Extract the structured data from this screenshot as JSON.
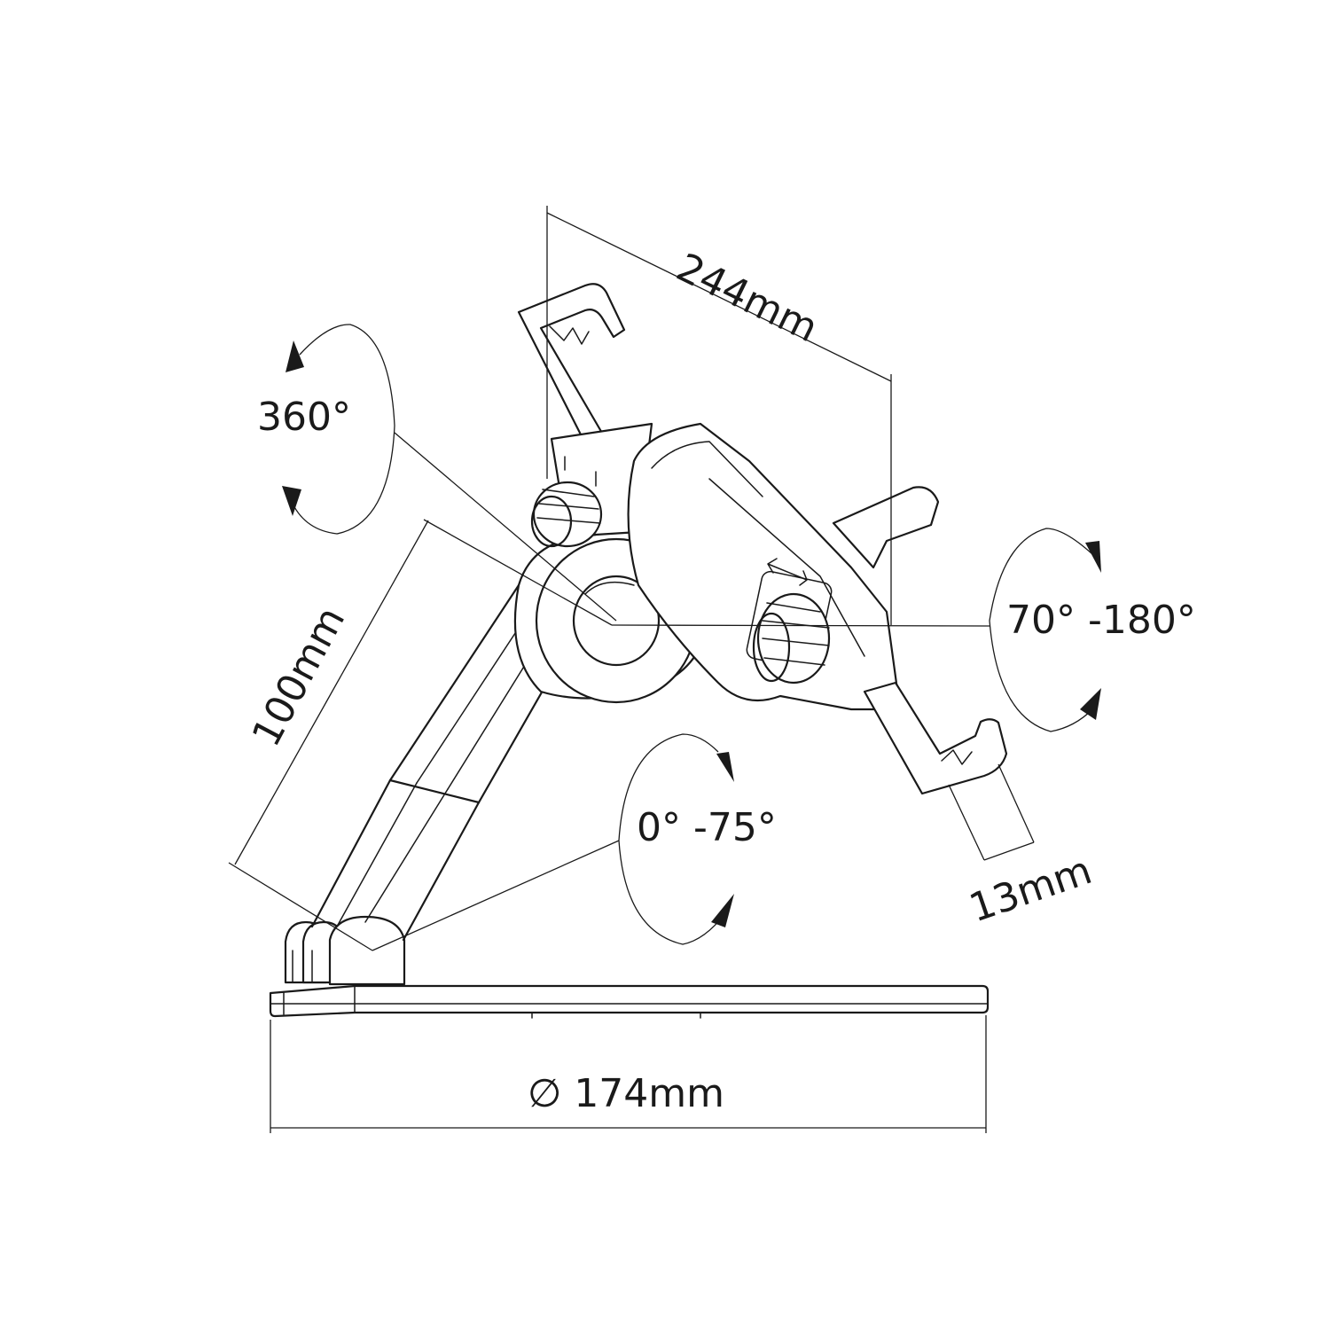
{
  "dimensions": {
    "width_clamp": "244mm",
    "arm_length": "100mm",
    "clamp_depth": "13mm",
    "base_diameter": "∅ 174mm"
  },
  "rotations": {
    "swivel": "360°",
    "tilt": "70°  -180°",
    "arm_tilt": "0°  -75°"
  },
  "colors": {
    "ink": "#1a1a1a",
    "background": "#ffffff"
  }
}
